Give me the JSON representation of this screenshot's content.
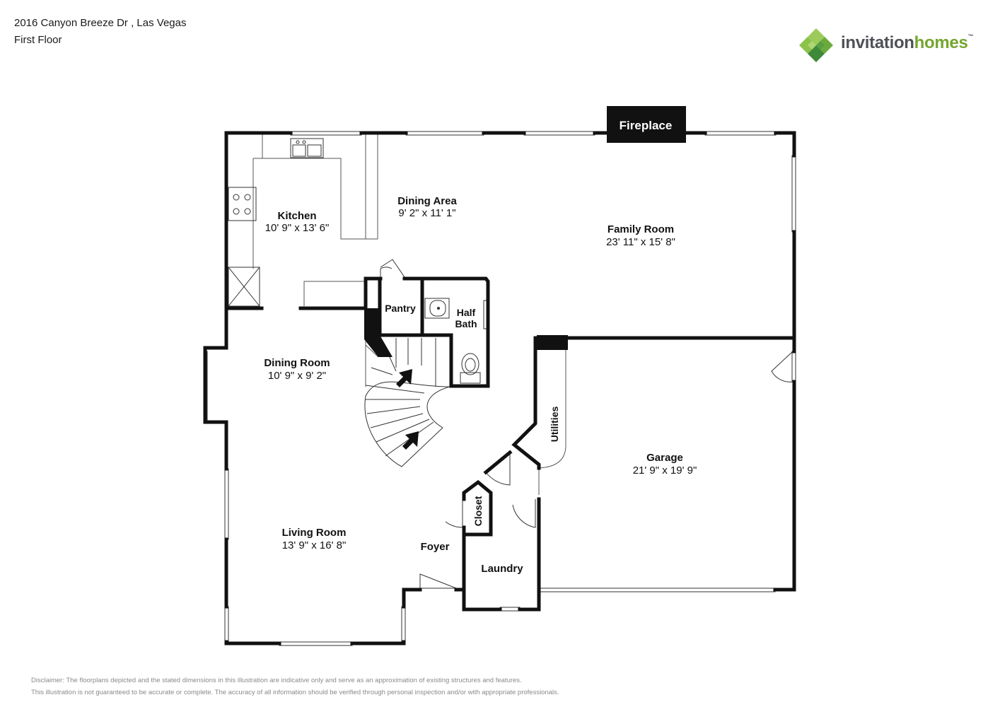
{
  "header": {
    "address": "2016 Canyon Breeze Dr , Las Vegas",
    "floor": "First Floor"
  },
  "logo": {
    "brand_part1": "invitation",
    "brand_part2": "homes",
    "mark": "™",
    "icon": "diamond-cluster-icon",
    "colors": {
      "text_dark": "#4f5157",
      "text_green": "#74a52f",
      "mark_green": "#6aab3c"
    }
  },
  "rooms": {
    "fireplace": {
      "name": "Fireplace"
    },
    "kitchen": {
      "name": "Kitchen",
      "dims": "10' 9\" x 13' 6\""
    },
    "dining_area": {
      "name": "Dining Area",
      "dims": "9' 2\" x 11' 1\""
    },
    "family_room": {
      "name": "Family Room",
      "dims": "23' 11\" x 15' 8\""
    },
    "pantry": {
      "name": "Pantry"
    },
    "half_bath": {
      "name_line1": "Half",
      "name_line2": "Bath"
    },
    "dining_room": {
      "name": "Dining Room",
      "dims": "10' 9\" x 9' 2\""
    },
    "utilities": {
      "name": "Utilities"
    },
    "garage": {
      "name": "Garage",
      "dims": "21' 9\" x 19' 9\""
    },
    "closet": {
      "name": "Closet"
    },
    "living_room": {
      "name": "Living Room",
      "dims": "13' 9\" x 16' 8\""
    },
    "foyer": {
      "name": "Foyer"
    },
    "laundry": {
      "name": "Laundry"
    }
  },
  "disclaimer": {
    "line1": "Disclaimer: The floorplans depicted and the stated dimensions in this illustration are indicative only and serve as an approximation of existing structures and features.",
    "line2": "This illustration is not guaranteed to be accurate or complete. The accuracy of all information should be verified through personal inspection and/or with appropriate professionals."
  }
}
